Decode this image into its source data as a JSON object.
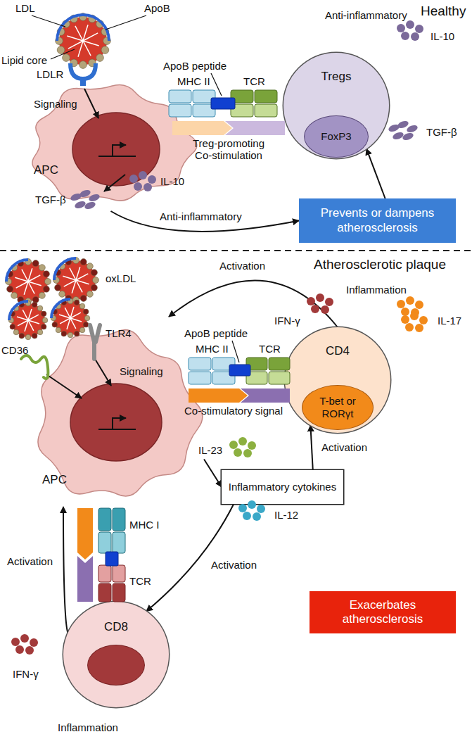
{
  "diagram": {
    "nodes": [
      {
        "text": [
          "APC"
        ]
      },
      {
        "text": [
          "Tregs"
        ]
      },
      {
        "text": [
          "FoxP3"
        ],
        "in": 1
      },
      {
        "text": [
          "Prevents or dampens atherosclerosis"
        ]
      },
      {
        "text": [
          "APC"
        ]
      },
      {
        "text": [
          "CD4"
        ]
      },
      {
        "text": [
          "T-bet or RORγt"
        ],
        "in": 5
      },
      {
        "text": [
          "Inflammatory cytokines"
        ]
      },
      {
        "text": [
          "CD8"
        ]
      },
      {
        "text": [
          "Exacerbates atherosclerosis"
        ]
      }
    ],
    "edges": [
      {
        "from": 0,
        "to": 3,
        "arrow": "to",
        "label": "Anti-inflammatory"
      },
      {
        "from": 3,
        "to": 1,
        "arrow": "to"
      },
      {
        "from": 5,
        "to": 4,
        "arrow": "to",
        "label": "Activation"
      },
      {
        "from": 7,
        "to": 5,
        "arrow": "to",
        "label": "Activation"
      },
      {
        "from": 7,
        "to": 8,
        "arrow": "to",
        "label": "Activation"
      },
      {
        "from": 8,
        "to": 4,
        "arrow": "to",
        "label": "Activation"
      },
      {
        "from": 4,
        "to": 7,
        "arrow": "to"
      }
    ],
    "labels": [
      "Healthy",
      "LDL",
      "ApoB",
      "Lipid core",
      "LDLR",
      "Signaling",
      "ApoB peptide",
      "MHC II",
      "TCR",
      "Anti-inflammatory",
      "IL-10",
      "TGF-β",
      "Treg-promoting Co-stimulation",
      "IL-10",
      "TGF-β",
      "Atherosclerotic plaque",
      "oxLDL",
      "TLR4",
      "CD36",
      "Signaling",
      "ApoB peptide",
      "MHC II",
      "TCR",
      "Inflammation",
      "IFN-γ",
      "IL-17",
      "Co-stimulatory signal",
      "IL-23",
      "IL-12",
      "MHC I",
      "TCR",
      "IFN-γ",
      "Inflammation"
    ]
  }
}
